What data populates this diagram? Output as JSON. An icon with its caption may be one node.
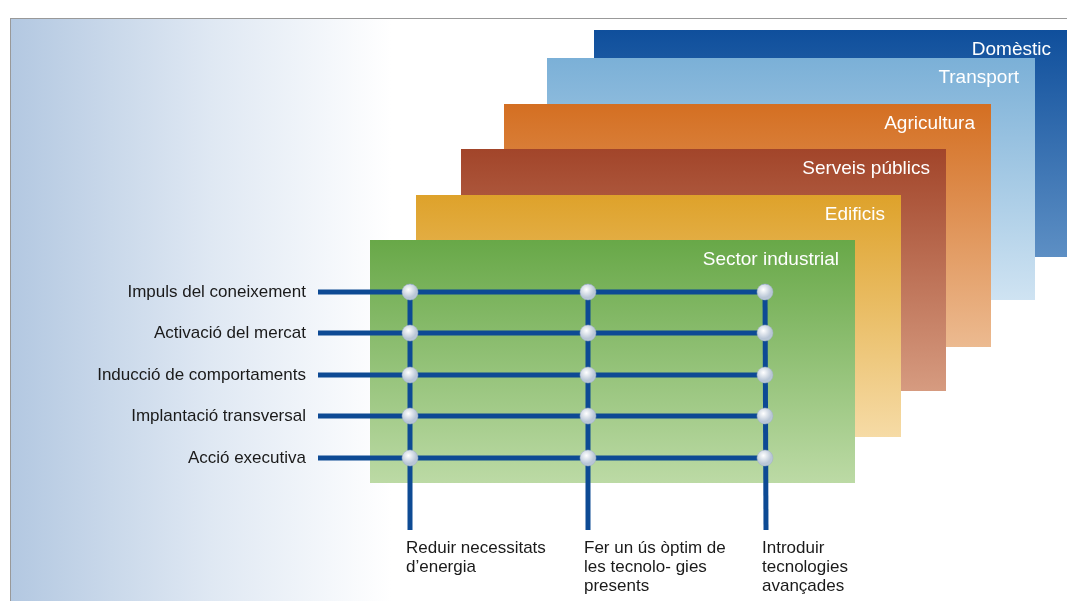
{
  "diagram": {
    "nodes": [
      {
        "text": [
          "Domèstic"
        ]
      },
      {
        "text": [
          "Transport"
        ]
      },
      {
        "text": [
          "Agricultura"
        ]
      },
      {
        "text": [
          "Serveis públics"
        ]
      },
      {
        "text": [
          "Edificis"
        ]
      },
      {
        "text": [
          "Sector industrial"
        ]
      },
      {
        "text": [
          "Impuls del coneixement"
        ]
      },
      {
        "text": [
          "Activació del mercat"
        ]
      },
      {
        "text": [
          "Inducció de comportaments"
        ]
      },
      {
        "text": [
          "Implantació transversal"
        ]
      },
      {
        "text": [
          "Acció executiva"
        ]
      },
      {
        "text": [
          "Reduir necessitats d’energia"
        ]
      },
      {
        "text": [
          "Fer un ús òptim de les tecnolo- gies presents"
        ]
      },
      {
        "text": [
          "Introduir tecnologies avançades"
        ]
      }
    ],
    "edges": [
      {
        "from": 6,
        "to": 5,
        "arrow": "none"
      },
      {
        "from": 7,
        "to": 5,
        "arrow": "none"
      },
      {
        "from": 8,
        "to": 5,
        "arrow": "none"
      },
      {
        "from": 9,
        "to": 5,
        "arrow": "none"
      },
      {
        "from": 10,
        "to": 5,
        "arrow": "none"
      },
      {
        "from": 11,
        "to": 5,
        "arrow": "none"
      },
      {
        "from": 12,
        "to": 5,
        "arrow": "none"
      },
      {
        "from": 13,
        "to": 5,
        "arrow": "none"
      }
    ]
  }
}
